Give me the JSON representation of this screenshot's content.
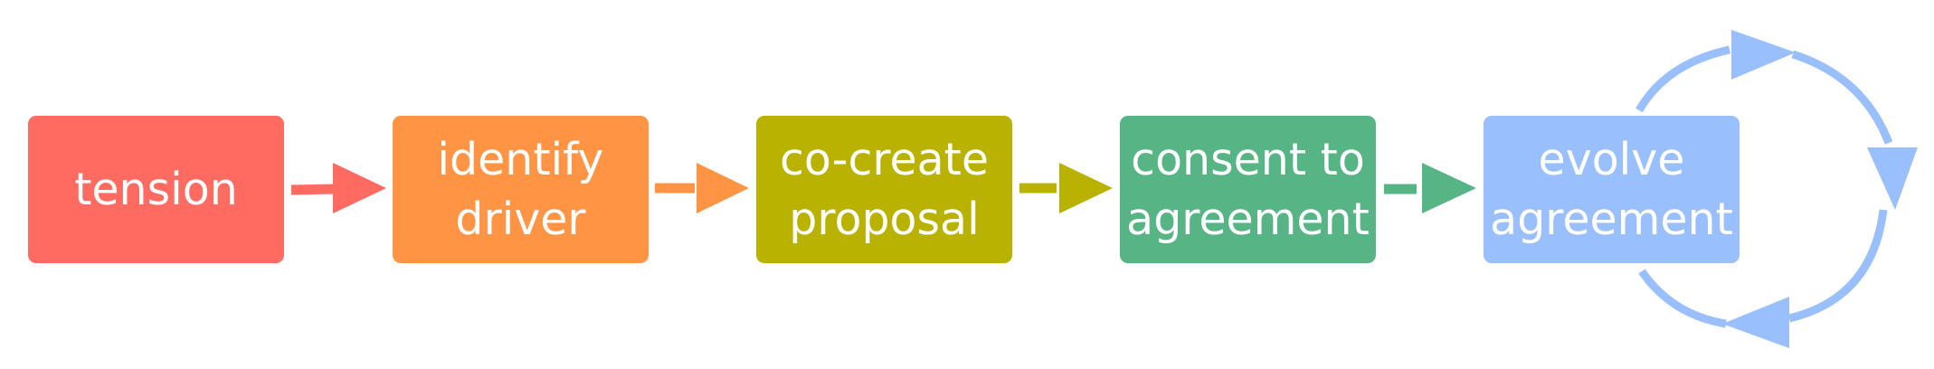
{
  "steps": [
    {
      "label": "tension",
      "color": "#ff6b60"
    },
    {
      "label": "identify\ndriver",
      "color": "#ff9544"
    },
    {
      "label": "co-create\nproposal",
      "color": "#bab200"
    },
    {
      "label": "consent to\nagreement",
      "color": "#57b585"
    },
    {
      "label": "evolve\nagreement",
      "color": "#99c0fd"
    }
  ],
  "connectors": [
    {
      "from": "tension",
      "to": "identify driver",
      "color": "#ff6b60"
    },
    {
      "from": "identify driver",
      "to": "co-create proposal",
      "color": "#ff9544"
    },
    {
      "from": "co-create proposal",
      "to": "consent to agreement",
      "color": "#bab200"
    },
    {
      "from": "consent to agreement",
      "to": "evolve agreement",
      "color": "#57b585"
    }
  ],
  "cycle": {
    "around": "evolve agreement",
    "direction": "clockwise",
    "color": "#99c0fd"
  }
}
